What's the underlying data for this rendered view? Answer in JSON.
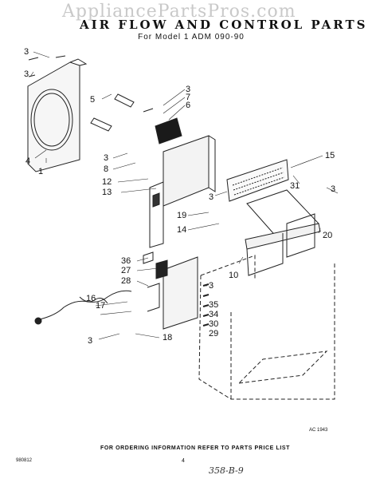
{
  "watermark": "AppliancePartsPros.com",
  "title": "AIR FLOW AND CONTROL PARTS",
  "subtitle": "For Model 1 ADM 090-90",
  "footer_text": "FOR ORDERING INFORMATION REFER TO PARTS PRICE LIST",
  "footer_code": "980812",
  "page_number": "4",
  "handwritten_note": "358-B-9",
  "art_code": "AC 1943",
  "callouts": [
    "3",
    "3",
    "5",
    "4",
    "1",
    "3",
    "7",
    "6",
    "3",
    "8",
    "12",
    "13",
    "15",
    "31",
    "3",
    "3",
    "19",
    "14",
    "20",
    "10",
    "36",
    "27",
    "28",
    "16",
    "17",
    "3",
    "3",
    "35",
    "34",
    "30",
    "29",
    "18"
  ]
}
